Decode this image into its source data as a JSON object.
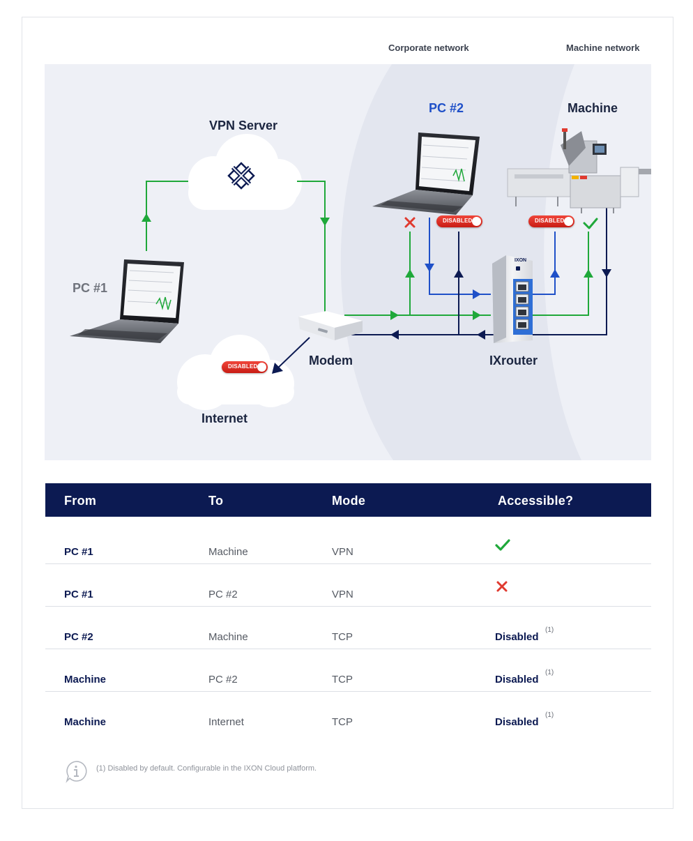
{
  "network_labels": {
    "corporate": "Corporate network",
    "machine": "Machine network"
  },
  "nodes": {
    "vpn_server": "VPN Server",
    "pc1": "PC #1",
    "pc2": "PC #2",
    "machine": "Machine",
    "modem": "Modem",
    "ixrouter": "IXrouter",
    "internet": "Internet"
  },
  "toggles": {
    "internet": "DISABLED",
    "pc2": "DISABLED",
    "machine": "DISABLED"
  },
  "router_brand": "IXON",
  "colors": {
    "vpn_green": "#1fa83a",
    "tcp_blue": "#1f50c8",
    "navy": "#0c1a52",
    "error_red": "#e03a2f",
    "toggle_red": "#d9241b"
  },
  "table": {
    "headers": {
      "from": "From",
      "to": "To",
      "mode": "Mode",
      "accessible": "Accessible?"
    },
    "rows": [
      {
        "from": "PC #1",
        "to": "Machine",
        "mode": "VPN",
        "accessible": "check-icon"
      },
      {
        "from": "PC #1",
        "to": "PC #2",
        "mode": "VPN",
        "accessible": "cross-icon"
      },
      {
        "from": "PC #2",
        "to": "Machine",
        "mode": "TCP",
        "accessible": "Disabled",
        "note": "(1)"
      },
      {
        "from": "Machine",
        "to": "PC #2",
        "mode": "TCP",
        "accessible": "Disabled",
        "note": "(1)"
      },
      {
        "from": "Machine",
        "to": "Internet",
        "mode": "TCP",
        "accessible": "Disabled",
        "note": "(1)"
      }
    ]
  },
  "footnote": "(1) Disabled by default. Configurable in the IXON Cloud platform."
}
